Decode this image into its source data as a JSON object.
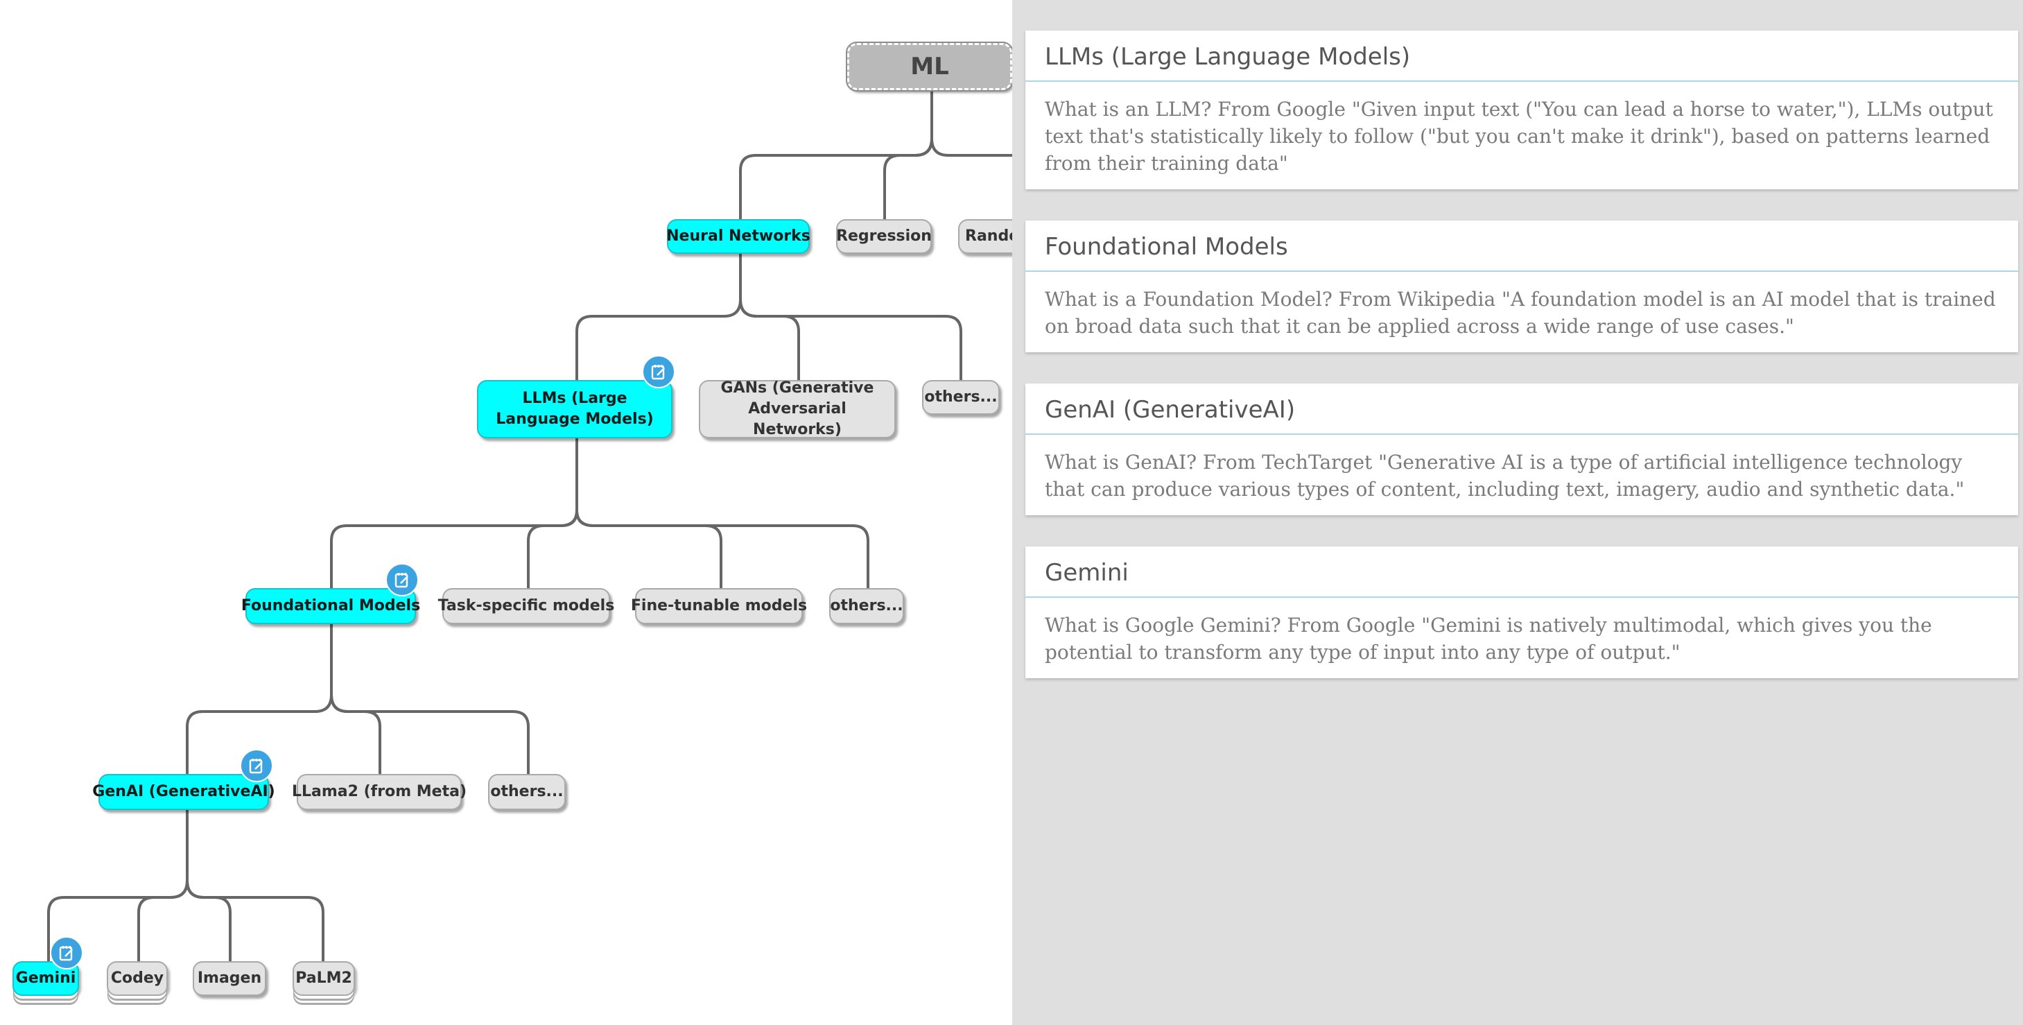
{
  "mindmap": {
    "root": "ML",
    "level1": [
      "Neural Networks",
      "Regression",
      "Rando"
    ],
    "level2": [
      "LLMs (Large Language Models)",
      "GANs (Generative Adversarial Networks)",
      "others..."
    ],
    "level3": [
      "Foundational Models",
      "Task-specific models",
      "Fine-tunable models",
      "others..."
    ],
    "level4": [
      "GenAI (GenerativeAI)",
      "LLama2 (from Meta)",
      "others..."
    ],
    "level5": [
      "Gemini",
      "Codey",
      "Imagen",
      "PaLM2"
    ],
    "highlight_color": "#00ffff",
    "note_icon": "note-icon"
  },
  "notes_panel": {
    "cards": [
      {
        "title": "LLMs (Large Language Models)",
        "body": "What is an LLM? From Google \"Given input text (\"You can lead a horse to water,\"), LLMs output text that's statistically likely to follow (\"but you can't make it drink\"), based on patterns learned from their training data\""
      },
      {
        "title": "Foundational Models",
        "body": "What is a Foundation Model? From Wikipedia \"A foundation model is an AI model that is trained on broad data such that it can be applied across a wide range of use cases.\""
      },
      {
        "title": "GenAI (GenerativeAI)",
        "body": "What is GenAI? From TechTarget \"Generative AI is a type of artificial intelligence technology that can produce various types of content, including text, imagery, audio and synthetic data.\""
      },
      {
        "title": "Gemini",
        "body": "What is Google Gemini? From Google \"Gemini is natively multimodal, which gives you the potential to transform any type of input into any type of output.\""
      }
    ]
  }
}
